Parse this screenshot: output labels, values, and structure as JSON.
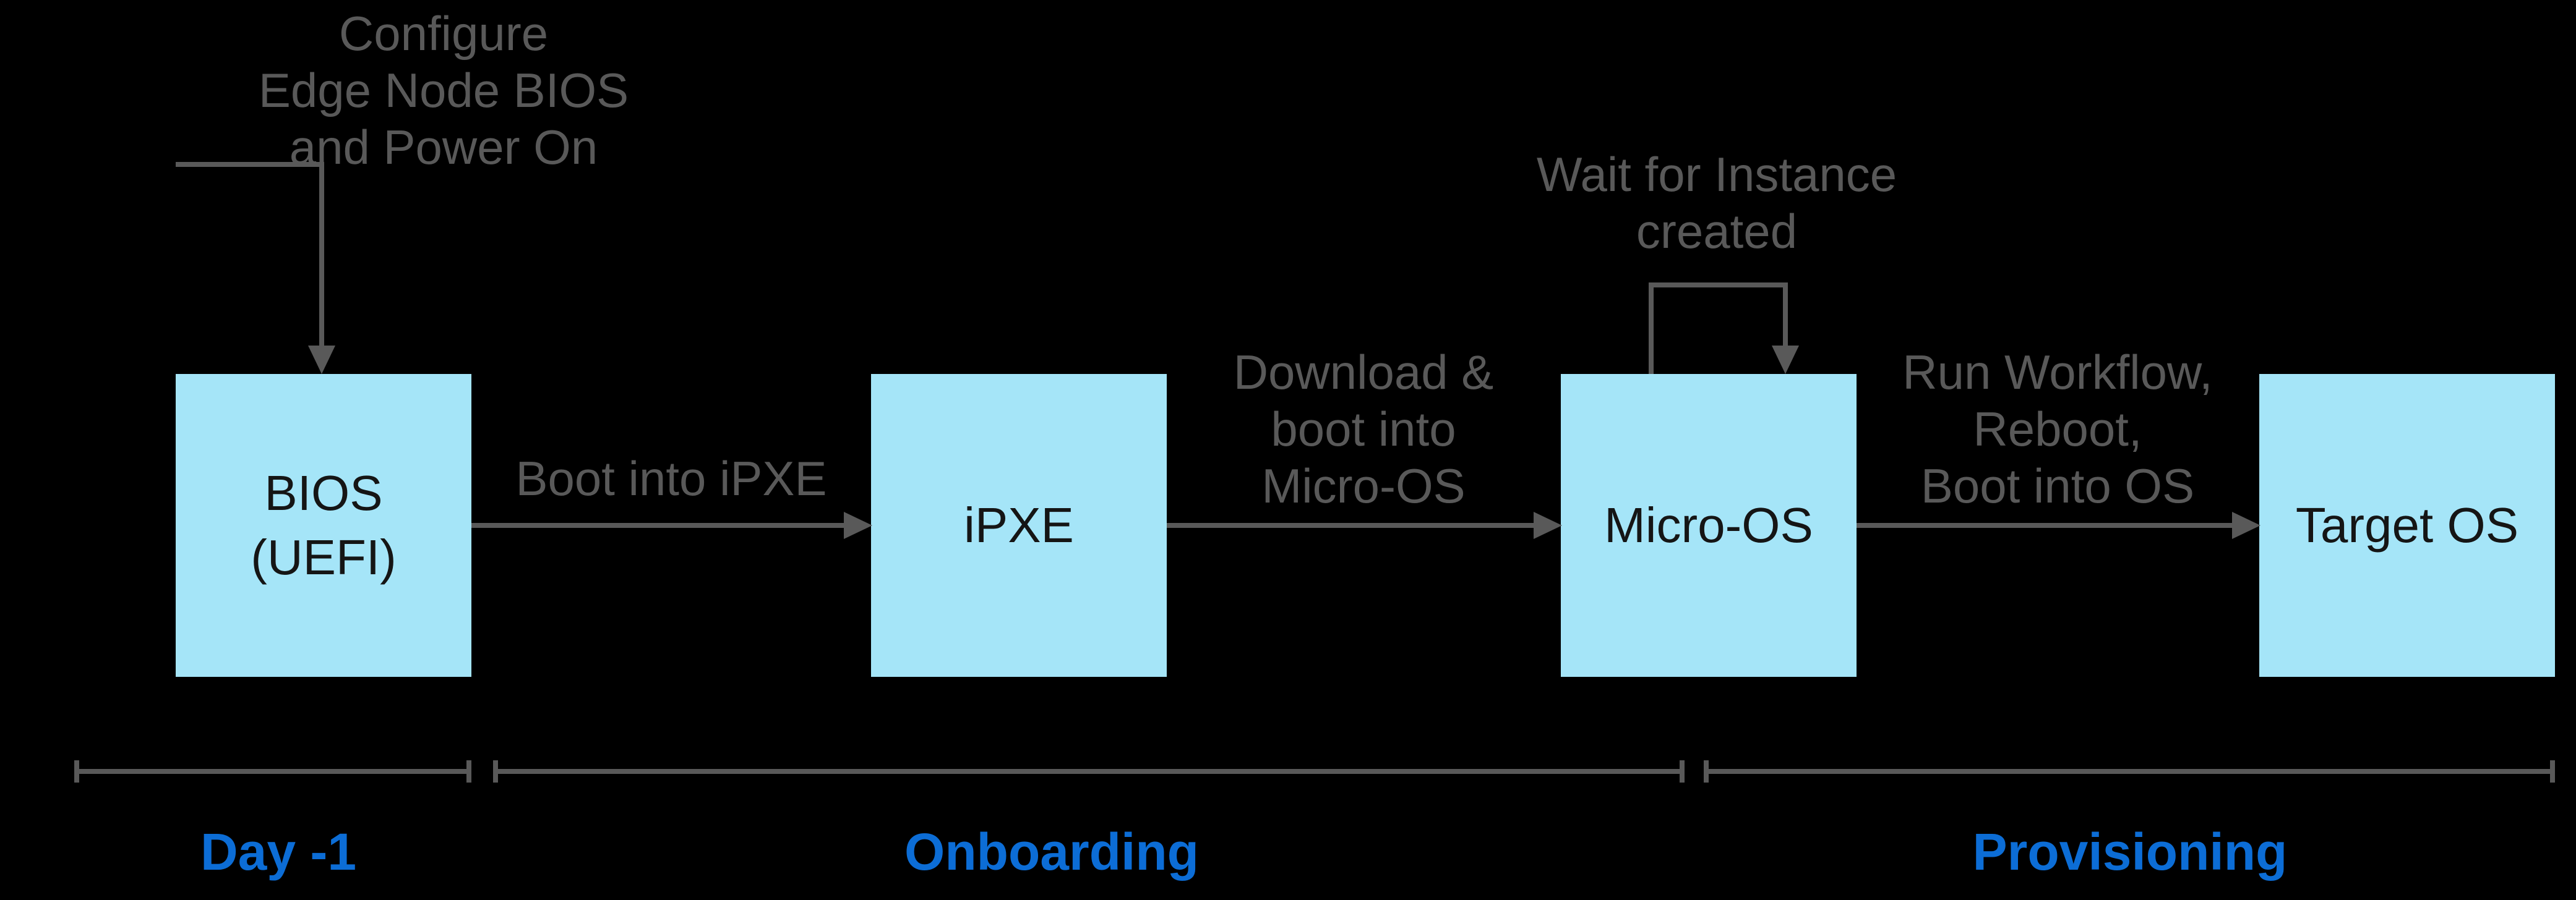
{
  "colors": {
    "background": "#000000",
    "box_fill": "#A5E5F8",
    "box_text": "#151515",
    "line": "#595959",
    "annotation": "#595959",
    "phase": "#0C6DD6"
  },
  "boxes": {
    "bios": "BIOS\n(UEFI)",
    "ipxe": "iPXE",
    "micro_os": "Micro-OS",
    "target_os": "Target OS"
  },
  "annotations": {
    "configure": "Configure\nEdge Node BIOS\nand Power On",
    "boot_into_ipxe": "Boot into iPXE",
    "download_boot": "Download &\nboot into\nMicro-OS",
    "wait_instance": "Wait for Instance\ncreated",
    "run_workflow": "Run Workflow,\nReboot,\nBoot into OS"
  },
  "phases": {
    "day_minus_1": "Day -1",
    "onboarding": "Onboarding",
    "provisioning": "Provisioning"
  }
}
